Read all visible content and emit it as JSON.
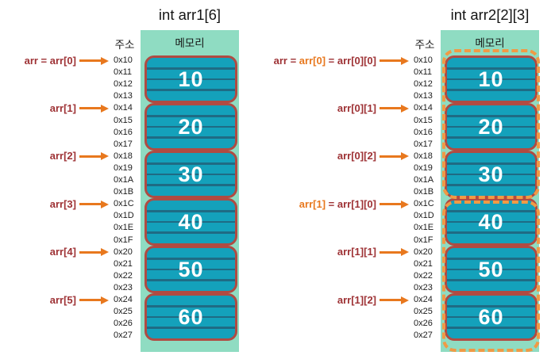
{
  "colors": {
    "green": "#8fdcc2",
    "teal": "#14a1bb",
    "stripe": "#1f6b84",
    "cellborder": "#b04b42",
    "darkred": "#9e3235",
    "orange": "#e8781e",
    "dash": "#f09a45"
  },
  "panels": [
    {
      "id": "arr1",
      "title": "int arr1[6]",
      "address_header": "주소",
      "memory_header": "메모리",
      "addresses": [
        "0x10",
        "0x11",
        "0x12",
        "0x13",
        "0x14",
        "0x15",
        "0x16",
        "0x17",
        "0x18",
        "0x19",
        "0x1A",
        "0x1B",
        "0x1C",
        "0x1D",
        "0x1E",
        "0x1F",
        "0x20",
        "0x21",
        "0x22",
        "0x23",
        "0x24",
        "0x25",
        "0x26",
        "0x27"
      ],
      "cells": [
        "10",
        "20",
        "30",
        "40",
        "50",
        "60"
      ],
      "labels": [
        {
          "row": 0,
          "parts": [
            {
              "text": "arr = arr[0]",
              "color": "red"
            }
          ]
        },
        {
          "row": 4,
          "parts": [
            {
              "text": "arr[1]",
              "color": "red"
            }
          ]
        },
        {
          "row": 8,
          "parts": [
            {
              "text": "arr[2]",
              "color": "red"
            }
          ]
        },
        {
          "row": 12,
          "parts": [
            {
              "text": "arr[3]",
              "color": "red"
            }
          ]
        },
        {
          "row": 16,
          "parts": [
            {
              "text": "arr[4]",
              "color": "red"
            }
          ]
        },
        {
          "row": 20,
          "parts": [
            {
              "text": "arr[5]",
              "color": "red"
            }
          ]
        }
      ],
      "dashed_groups": []
    },
    {
      "id": "arr2",
      "title": "int arr2[2][3]",
      "address_header": "주소",
      "memory_header": "메모리",
      "addresses": [
        "0x10",
        "0x11",
        "0x12",
        "0x13",
        "0x14",
        "0x15",
        "0x16",
        "0x17",
        "0x18",
        "0x19",
        "0x1A",
        "0x1B",
        "0x1C",
        "0x1D",
        "0x1E",
        "0x1F",
        "0x20",
        "0x21",
        "0x22",
        "0x23",
        "0x24",
        "0x25",
        "0x26",
        "0x27"
      ],
      "cells": [
        "10",
        "20",
        "30",
        "40",
        "50",
        "60"
      ],
      "labels": [
        {
          "row": 0,
          "parts": [
            {
              "text": "arr = ",
              "color": "red"
            },
            {
              "text": "arr[0]",
              "color": "orange"
            },
            {
              "text": " = arr[0][0]",
              "color": "red"
            }
          ]
        },
        {
          "row": 4,
          "parts": [
            {
              "text": "arr[0][1]",
              "color": "red"
            }
          ]
        },
        {
          "row": 8,
          "parts": [
            {
              "text": "arr[0][2]",
              "color": "red"
            }
          ]
        },
        {
          "row": 12,
          "parts": [
            {
              "text": "arr[1]",
              "color": "orange"
            },
            {
              "text": " = arr[1][0]",
              "color": "red"
            }
          ]
        },
        {
          "row": 16,
          "parts": [
            {
              "text": "arr[1][1]",
              "color": "red"
            }
          ]
        },
        {
          "row": 20,
          "parts": [
            {
              "text": "arr[1][2]",
              "color": "red"
            }
          ]
        }
      ],
      "dashed_groups": [
        {
          "name": "arr[0]-row-outline"
        },
        {
          "name": "arr[1]-row-outline"
        }
      ]
    }
  ]
}
